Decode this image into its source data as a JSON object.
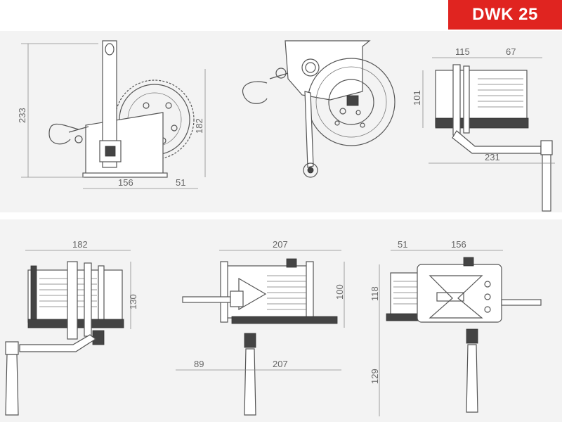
{
  "badge": {
    "label": "DWK 25",
    "color": "#e02420"
  },
  "dimensions": {
    "side_height": "233",
    "side_base": "156",
    "side_handle": "51",
    "side_gear_h": "182",
    "top_115": "115",
    "top_67": "67",
    "top_101": "101",
    "top_231": "231",
    "front_182": "182",
    "front_130": "130",
    "rear_207": "207",
    "rear_100": "100",
    "rear_89": "89",
    "rear_207b": "207",
    "back_51": "51",
    "back_156": "156",
    "back_118": "118",
    "back_129": "129"
  }
}
